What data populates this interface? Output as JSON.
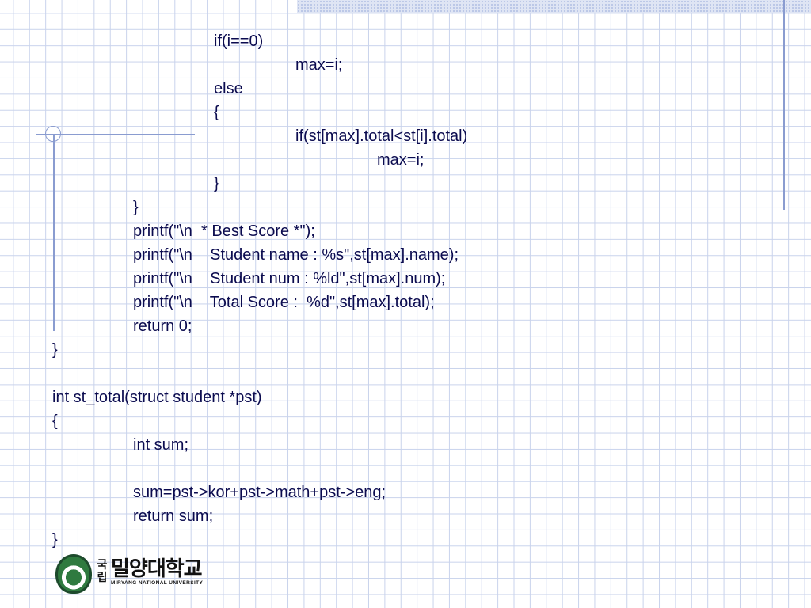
{
  "slide": {
    "code_lines": [
      "if(i==0)",
      "max=i;",
      "else",
      "{",
      "if(st[max].total<st[i].total)",
      "max=i;",
      "}",
      "}",
      "printf(\"\\n  * Best Score *\");",
      "printf(\"\\n    Student name : %s\",st[max].name);",
      "printf(\"\\n    Student num : %ld\",st[max].num);",
      "printf(\"\\n    Total Score :  %d\",st[max].total);",
      "return 0;",
      "}",
      "",
      "int st_total(struct student *pst)",
      "{",
      "int sum;",
      "",
      "sum=pst->kor+pst->math+pst->eng;",
      "return sum;",
      "}"
    ]
  },
  "logo": {
    "kor_small": "국립",
    "kor_big": "밀양대학교",
    "eng": "MIRYANG NATIONAL UNIVERSITY"
  },
  "colors": {
    "text": "#0b0b4f",
    "grid": "#c9d3ec",
    "accent_line": "#8a9cd0"
  }
}
